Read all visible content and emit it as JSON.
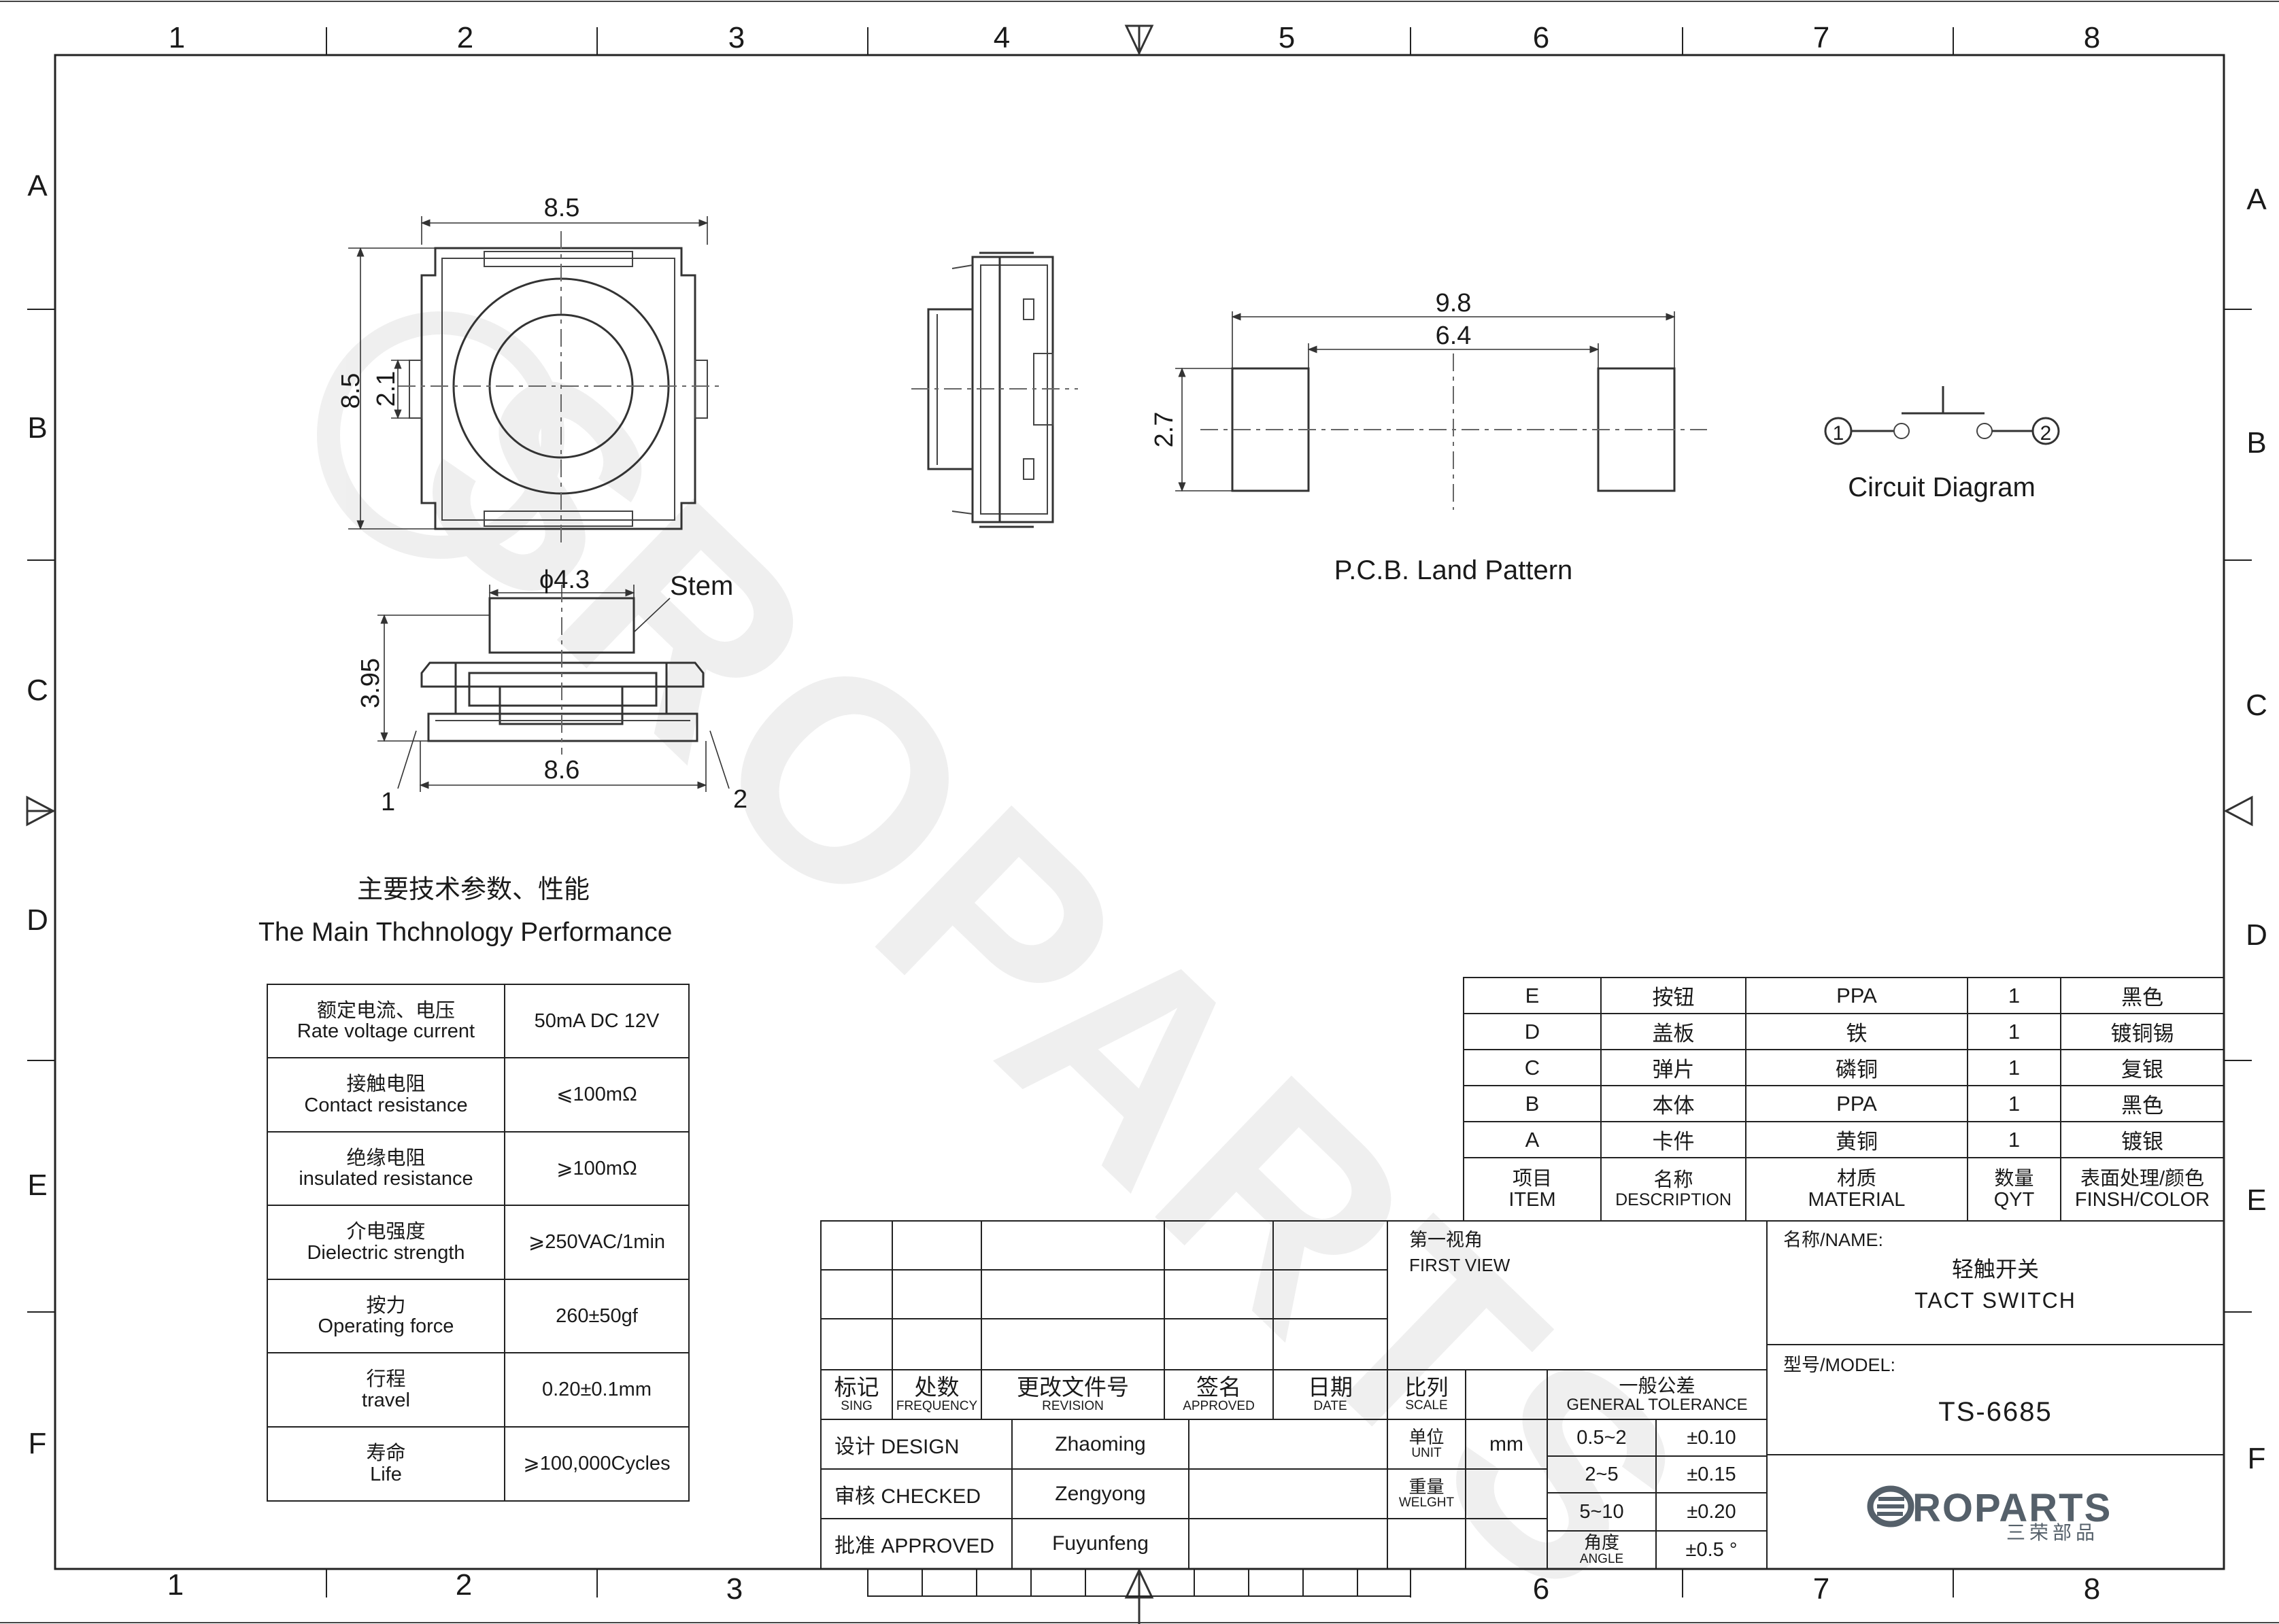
{
  "frame": {
    "columns": [
      "1",
      "2",
      "3",
      "4",
      "5",
      "6",
      "7",
      "8"
    ],
    "rows": [
      "A",
      "B",
      "C",
      "D",
      "E",
      "F"
    ]
  },
  "drawing": {
    "top_view": {
      "width_dim": "8.5",
      "height_dim": "8.5",
      "inner_dim": "2.1"
    },
    "front_view": {
      "stem_dia": "ϕ4.3",
      "stem_label": "Stem",
      "height_dim": "3.95",
      "base_width_dim": "8.6",
      "pin1": "1",
      "pin2": "2"
    },
    "land_pattern": {
      "outer_dim": "9.8",
      "inner_dim": "6.4",
      "pad_height_dim": "2.7",
      "title": "P.C.B. Land Pattern"
    },
    "circuit": {
      "terminal1": "1",
      "terminal2": "2",
      "title": "Circuit Diagram"
    }
  },
  "watermark": {
    "text": "SROPARTS"
  },
  "performance": {
    "title_cn": "主要技术参数、性能",
    "title_en": "The Main Thchnology Performance",
    "rows": [
      {
        "cn": "额定电流、电压",
        "en": "Rate voltage current",
        "value": "50mA DC 12V"
      },
      {
        "cn": "接触电阻",
        "en": "Contact resistance",
        "value": "⩽100mΩ"
      },
      {
        "cn": "绝缘电阻",
        "en": "insulated resistance",
        "value": "⩾100mΩ"
      },
      {
        "cn": "介电强度",
        "en": "Dielectric strength",
        "value": "⩾250VAC/1min"
      },
      {
        "cn": "按力",
        "en": "Operating force",
        "value": "260±50gf"
      },
      {
        "cn": "行程",
        "en": "travel",
        "value": "0.20±0.1mm"
      },
      {
        "cn": "寿命",
        "en": "Life",
        "value": "⩾100,000Cycles"
      }
    ]
  },
  "bom": {
    "rows": [
      {
        "item": "E",
        "desc": "按钮",
        "material": "PPA",
        "qty": "1",
        "finish": "黑色"
      },
      {
        "item": "D",
        "desc": "盖板",
        "material": "铁",
        "qty": "1",
        "finish": "镀铜锡"
      },
      {
        "item": "C",
        "desc": "弹片",
        "material": "磷铜",
        "qty": "1",
        "finish": "复银"
      },
      {
        "item": "B",
        "desc": "本体",
        "material": "PPA",
        "qty": "1",
        "finish": "黑色"
      },
      {
        "item": "A",
        "desc": "卡件",
        "material": "黄铜",
        "qty": "1",
        "finish": "镀银"
      }
    ],
    "header": {
      "item_cn": "项目",
      "item_en": "ITEM",
      "desc_cn": "名称",
      "desc_en": "DESCRIPTION",
      "material_cn": "材质",
      "material_en": "MATERIAL",
      "qty_cn": "数量",
      "qty_en": "QYT",
      "finish_cn": "表面处理/颜色",
      "finish_en": "FINSH/COLOR"
    }
  },
  "title_block": {
    "rev_headers": [
      {
        "cn": "标记",
        "en": "SING"
      },
      {
        "cn": "处数",
        "en": "FREQUENCY"
      },
      {
        "cn": "更改文件号",
        "en": "REVISION"
      },
      {
        "cn": "签名",
        "en": "APPROVED"
      },
      {
        "cn": "日期",
        "en": "DATE"
      }
    ],
    "people": [
      {
        "role": "设计 DESIGN",
        "name": "Zhaoming"
      },
      {
        "role": "审核 CHECKED",
        "name": "Zengyong"
      },
      {
        "role": "批准 APPROVED",
        "name": "Fuyunfeng"
      }
    ],
    "first_view_cn": "第一视角",
    "first_view_en": "FIRST VIEW",
    "scale_cn": "比列",
    "scale_en": "SCALE",
    "unit_cn": "单位",
    "unit_en": "UNIT",
    "unit_value": "mm",
    "weight_cn": "重量",
    "weight_en": "WELGHT",
    "tolerance_cn": "一般公差",
    "tolerance_en": "GENERAL TOLERANCE",
    "tolerances": [
      {
        "range": "0.5~2",
        "value": "±0.10"
      },
      {
        "range": "2~5",
        "value": "±0.15"
      },
      {
        "range": "5~10",
        "value": "±0.20"
      }
    ],
    "angle_cn": "角度",
    "angle_en": "ANGLE",
    "angle_value": "±0.5 °",
    "name_label": "名称/NAME:",
    "name_cn": "轻触开关",
    "name_en": "TACT  SWITCH",
    "model_label": "型号/MODEL:",
    "model_value": "TS-6685",
    "logo_text": "ROPARTS",
    "logo_sub": "三荣部品"
  }
}
